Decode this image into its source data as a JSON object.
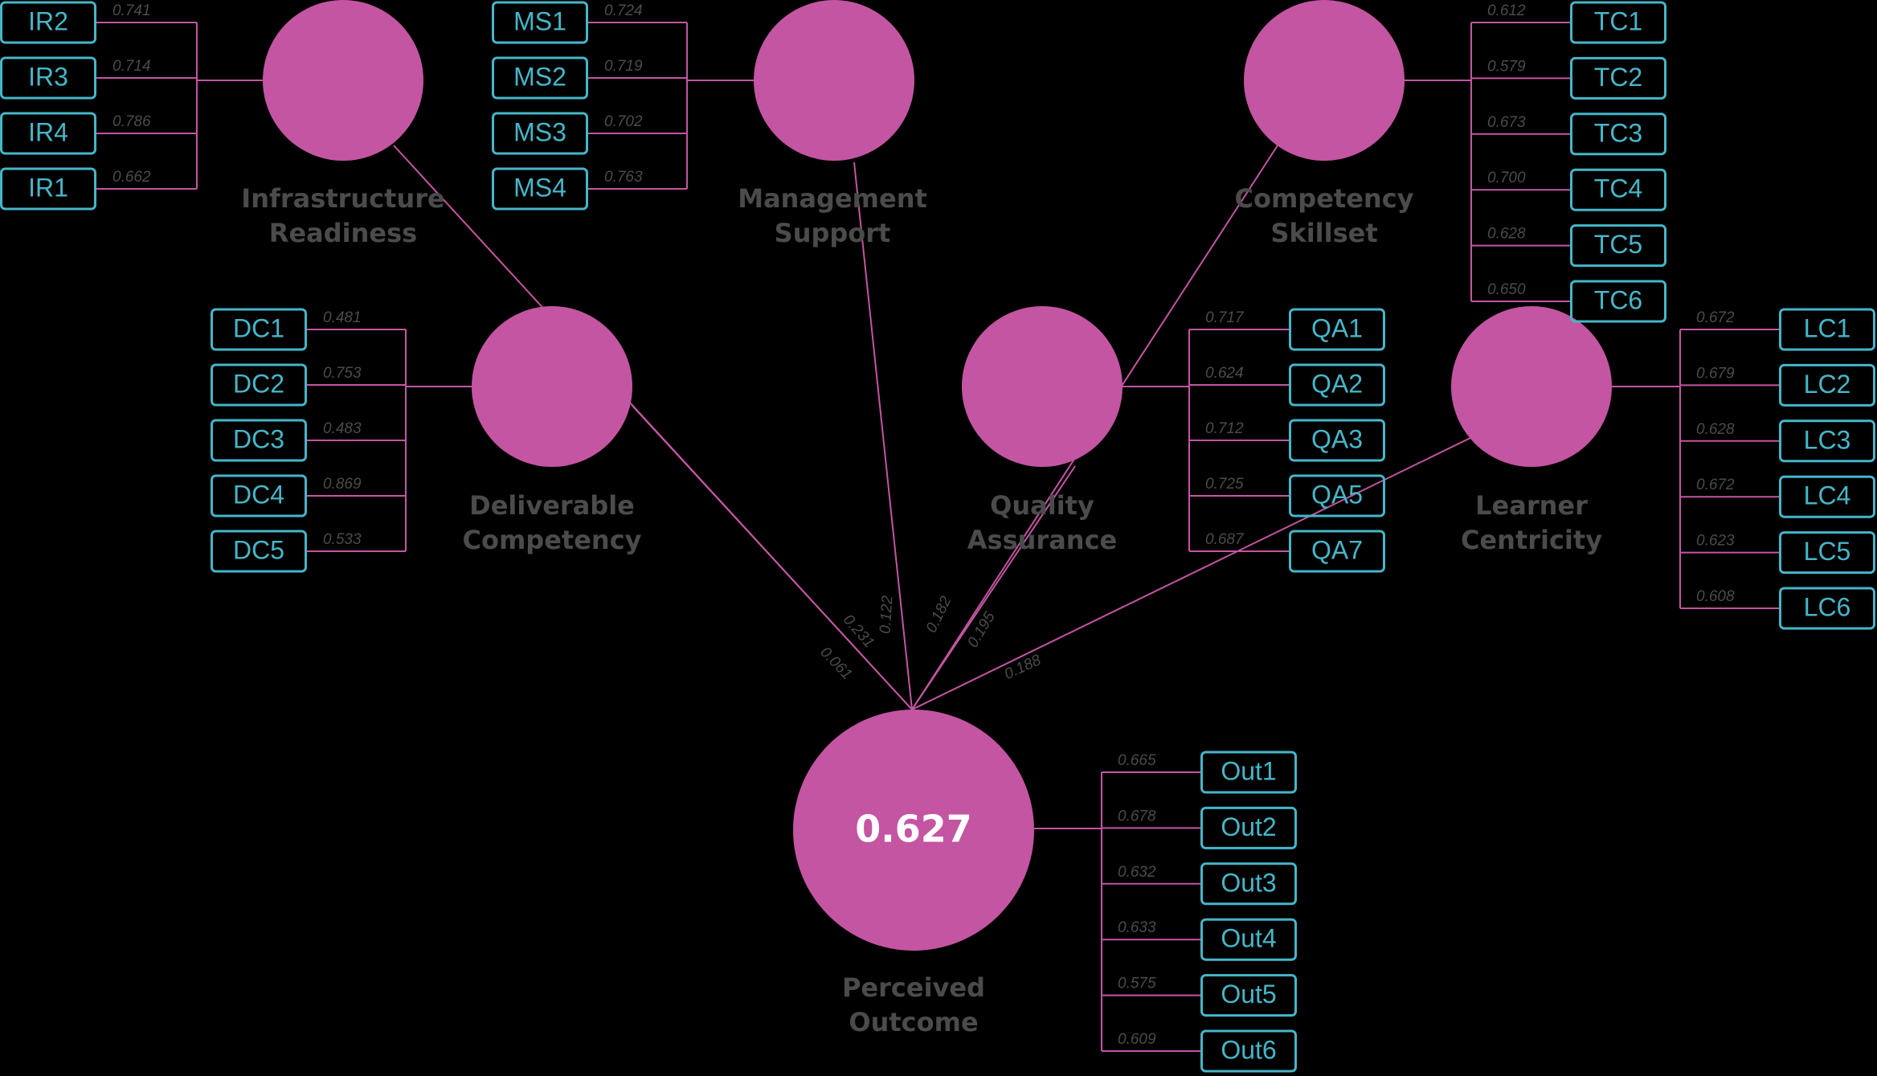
{
  "colors": {
    "background": "#000000",
    "construct_fill": "#c455a2",
    "path_line": "#c455a2",
    "indicator_line": "#c455a2",
    "indicator_border": "#45b6c9",
    "indicator_text": "#45b6c9",
    "construct_label": "#4b4b4b",
    "loading_text": "#4b4b4b",
    "r2_text": "#ffffff"
  },
  "constructs": [
    {
      "id": "IR",
      "label_lines": [
        "Infrastructure",
        "Readiness"
      ]
    },
    {
      "id": "MS",
      "label_lines": [
        "Management",
        "Support"
      ]
    },
    {
      "id": "CS",
      "label_lines": [
        "Competency",
        "Skillset"
      ]
    },
    {
      "id": "DC",
      "label_lines": [
        "Deliverable",
        "Competency"
      ]
    },
    {
      "id": "QA",
      "label_lines": [
        "Quality",
        "Assurance"
      ]
    },
    {
      "id": "LC",
      "label_lines": [
        "Learner",
        "Centricity"
      ]
    },
    {
      "id": "OUT",
      "label_lines": [
        "Perceived",
        "Outcome"
      ],
      "r2": "0.627"
    }
  ],
  "indicator_groups": [
    {
      "construct": "IR",
      "indicators": [
        {
          "name": "IR2",
          "loading": "0.741"
        },
        {
          "name": "IR3",
          "loading": "0.714"
        },
        {
          "name": "IR4",
          "loading": "0.786"
        },
        {
          "name": "IR1",
          "loading": "0.662"
        }
      ]
    },
    {
      "construct": "MS",
      "indicators": [
        {
          "name": "MS1",
          "loading": "0.724"
        },
        {
          "name": "MS2",
          "loading": "0.719"
        },
        {
          "name": "MS3",
          "loading": "0.702"
        },
        {
          "name": "MS4",
          "loading": "0.763"
        }
      ]
    },
    {
      "construct": "CS",
      "indicators": [
        {
          "name": "TC1",
          "loading": "0.612"
        },
        {
          "name": "TC2",
          "loading": "0.579"
        },
        {
          "name": "TC3",
          "loading": "0.673"
        },
        {
          "name": "TC4",
          "loading": "0.700"
        },
        {
          "name": "TC5",
          "loading": "0.628"
        },
        {
          "name": "TC6",
          "loading": "0.650"
        }
      ]
    },
    {
      "construct": "DC",
      "indicators": [
        {
          "name": "DC1",
          "loading": "0.481"
        },
        {
          "name": "DC2",
          "loading": "0.753"
        },
        {
          "name": "DC3",
          "loading": "0.483"
        },
        {
          "name": "DC4",
          "loading": "0.869"
        },
        {
          "name": "DC5",
          "loading": "0.533"
        }
      ]
    },
    {
      "construct": "QA",
      "indicators": [
        {
          "name": "QA1",
          "loading": "0.717"
        },
        {
          "name": "QA2",
          "loading": "0.624"
        },
        {
          "name": "QA3",
          "loading": "0.712"
        },
        {
          "name": "QA5",
          "loading": "0.725"
        },
        {
          "name": "QA7",
          "loading": "0.687"
        }
      ]
    },
    {
      "construct": "LC",
      "indicators": [
        {
          "name": "LC1",
          "loading": "0.672"
        },
        {
          "name": "LC2",
          "loading": "0.679"
        },
        {
          "name": "LC3",
          "loading": "0.628"
        },
        {
          "name": "LC4",
          "loading": "0.672"
        },
        {
          "name": "LC5",
          "loading": "0.623"
        },
        {
          "name": "LC6",
          "loading": "0.608"
        }
      ]
    },
    {
      "construct": "OUT",
      "indicators": [
        {
          "name": "Out1",
          "loading": "0.665"
        },
        {
          "name": "Out2",
          "loading": "0.678"
        },
        {
          "name": "Out3",
          "loading": "0.632"
        },
        {
          "name": "Out4",
          "loading": "0.633"
        },
        {
          "name": "Out5",
          "loading": "0.575"
        },
        {
          "name": "Out6",
          "loading": "0.609"
        }
      ]
    }
  ],
  "paths": [
    {
      "from": "IR",
      "to": "OUT",
      "coefficient": "0.061"
    },
    {
      "from": "DC",
      "to": "OUT",
      "coefficient": "0.231"
    },
    {
      "from": "MS",
      "to": "OUT",
      "coefficient": "0.122"
    },
    {
      "from": "CS",
      "to": "OUT",
      "coefficient": "0.182"
    },
    {
      "from": "QA",
      "to": "OUT",
      "coefficient": "0.195"
    },
    {
      "from": "LC",
      "to": "OUT",
      "coefficient": "0.188"
    }
  ]
}
